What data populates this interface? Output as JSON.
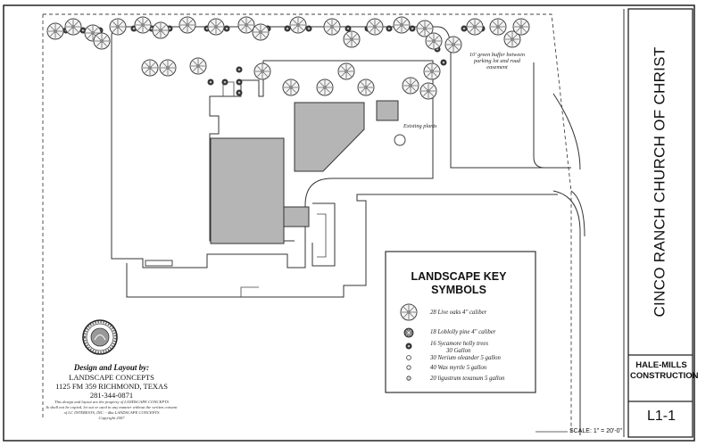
{
  "drawing": {
    "project_title": "CINCO RANCH CHURCH OF CHRIST",
    "builder_line1": "HALE-MILLS",
    "builder_line2": "CONSTRUCTION",
    "sheet_number": "L1-1",
    "scale": "SCALE: 1\" = 20'-0\""
  },
  "notes": {
    "buffer_line1": "10' green buffer between",
    "buffer_line2": "parking lot and road",
    "buffer_line3": "easement",
    "existing_plants": "Existing plants"
  },
  "key": {
    "title_line1": "LANDSCAPE KEY",
    "title_line2": "SYMBOLS",
    "items": [
      {
        "label": "28 Live oaks 4\" caliber",
        "symbol": "live-oak"
      },
      {
        "label": "18 Loblolly pine 4\" caliber",
        "symbol": "loblolly-pine"
      },
      {
        "label": "16 Sycamore holly trees",
        "label2": "30 Gallon",
        "symbol": "holly"
      },
      {
        "label": "30 Nerium oleander 5 gallon",
        "symbol": "oleander"
      },
      {
        "label": "40 Wax myrtle 5 gallon",
        "symbol": "wax-myrtle"
      },
      {
        "label": "20 ligustrum texanum 5 gallon",
        "symbol": "ligustrum"
      }
    ]
  },
  "designer": {
    "heading": "Design and Layout by:",
    "company": "LANDSCAPE CONCEPTS",
    "address": "1125 FM 359 RICHMOND, TEXAS",
    "phone": "281-344-0871",
    "fine1": "This design and layout are the property of LANDSCAPE CONCEPTS",
    "fine2": "& shall not be copied, let out or used in any manner without the written consent",
    "fine3": "of LC INTERESTS, INC. - dba LANDSCAPE CONCEPTS",
    "fine4": "Copyright 2007"
  }
}
